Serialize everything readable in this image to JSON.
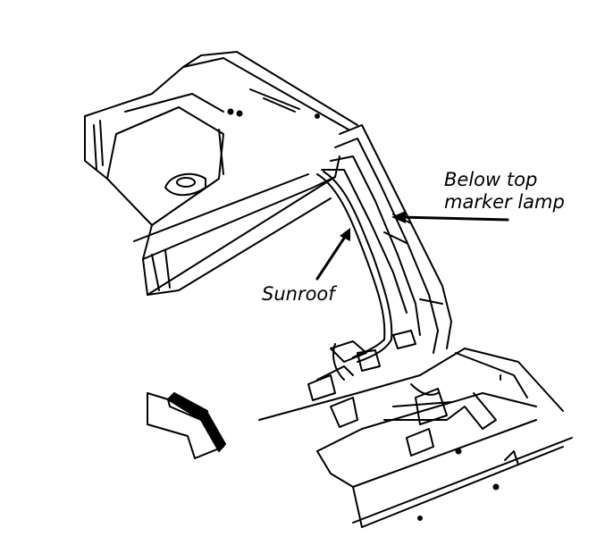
{
  "callouts": {
    "below_top_marker_lamp": [
      "Below top",
      "marker lamp"
    ],
    "sunroof": "Sunroof"
  },
  "colors": {
    "line": "#000000",
    "background": "#ffffff"
  },
  "icons": {
    "direction_arrow": "front-direction-arrow-icon"
  }
}
